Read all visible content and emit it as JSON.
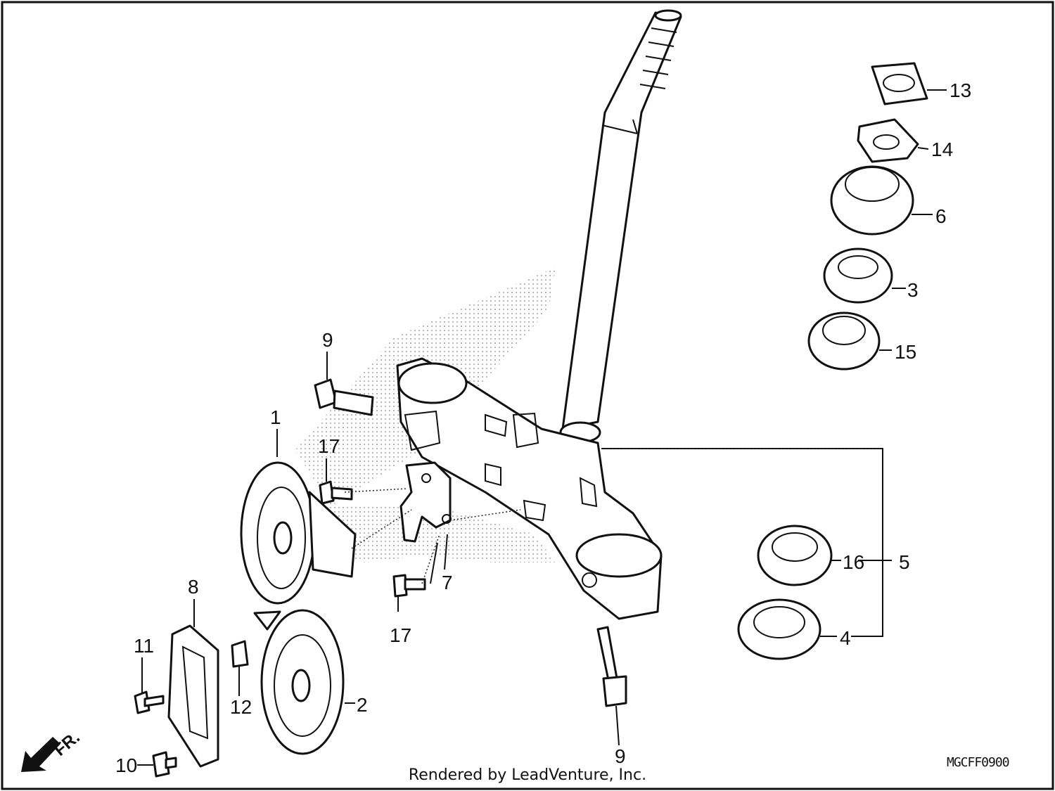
{
  "diagram": {
    "callouts": [
      {
        "id": "c1",
        "text": "1"
      },
      {
        "id": "c2",
        "text": "2"
      },
      {
        "id": "c3",
        "text": "3"
      },
      {
        "id": "c4",
        "text": "4"
      },
      {
        "id": "c5",
        "text": "5"
      },
      {
        "id": "c6",
        "text": "6"
      },
      {
        "id": "c7",
        "text": "7"
      },
      {
        "id": "c8",
        "text": "8"
      },
      {
        "id": "c9a",
        "text": "9"
      },
      {
        "id": "c9b",
        "text": "9"
      },
      {
        "id": "c10",
        "text": "10"
      },
      {
        "id": "c11",
        "text": "11"
      },
      {
        "id": "c12",
        "text": "12"
      },
      {
        "id": "c13",
        "text": "13"
      },
      {
        "id": "c14",
        "text": "14"
      },
      {
        "id": "c15",
        "text": "15"
      },
      {
        "id": "c16",
        "text": "16"
      },
      {
        "id": "c17a",
        "text": "17"
      },
      {
        "id": "c17b",
        "text": "17"
      }
    ],
    "direction_label": "FR.",
    "diagram_code": "MGCFF0900",
    "footer": "Rendered by LeadVenture, Inc."
  }
}
